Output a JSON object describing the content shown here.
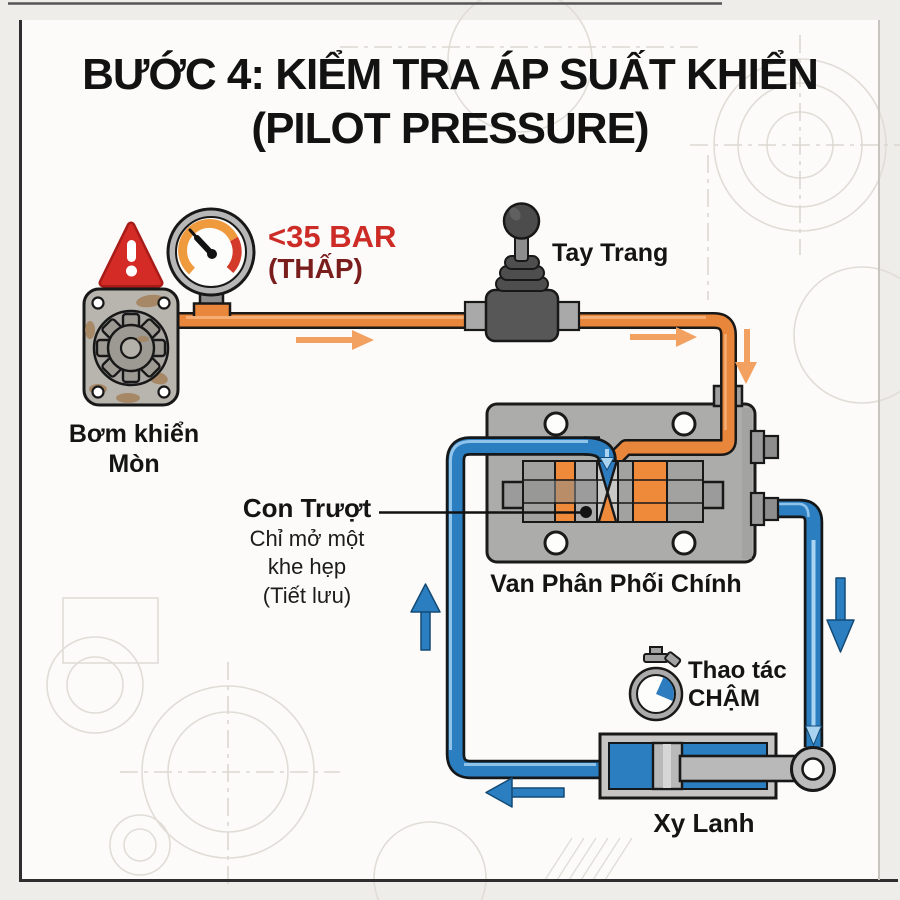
{
  "title": {
    "line1": "BƯỚC 4: KIỂM TRA ÁP SUẤT KHIỂN",
    "line2": "(PILOT PRESSURE)"
  },
  "gauge": {
    "reading": "<35 BAR",
    "status": "(THẤP)"
  },
  "components": {
    "pump": {
      "label_line1": "Bơm khiển",
      "label_line2": "Mòn"
    },
    "joystick": {
      "label": "Tay Trang"
    },
    "valve": {
      "label": "Van Phân Phối Chính"
    },
    "spool": {
      "label": "Con Trượt",
      "note_line1": "Chỉ mở một",
      "note_line2": "khe hẹp",
      "note_line3": "(Tiết lưu)"
    },
    "operation": {
      "label_line1": "Thao tác",
      "label_line2": "CHẬM"
    },
    "cylinder": {
      "label": "Xy Lanh"
    }
  },
  "colors": {
    "pilot_line_orange": "#E8863C",
    "hydraulic_line_blue": "#2B7EC0",
    "alert_red": "#D42B26",
    "reading_red": "#CC2B26",
    "status_dark_red": "#7A1D1D",
    "gauge_arc_orange": "#F09A3E",
    "gauge_arc_red": "#D43A2A"
  },
  "icons": {
    "warning": "warning-triangle-icon",
    "gauge": "pressure-gauge-icon",
    "stopwatch": "stopwatch-icon"
  }
}
